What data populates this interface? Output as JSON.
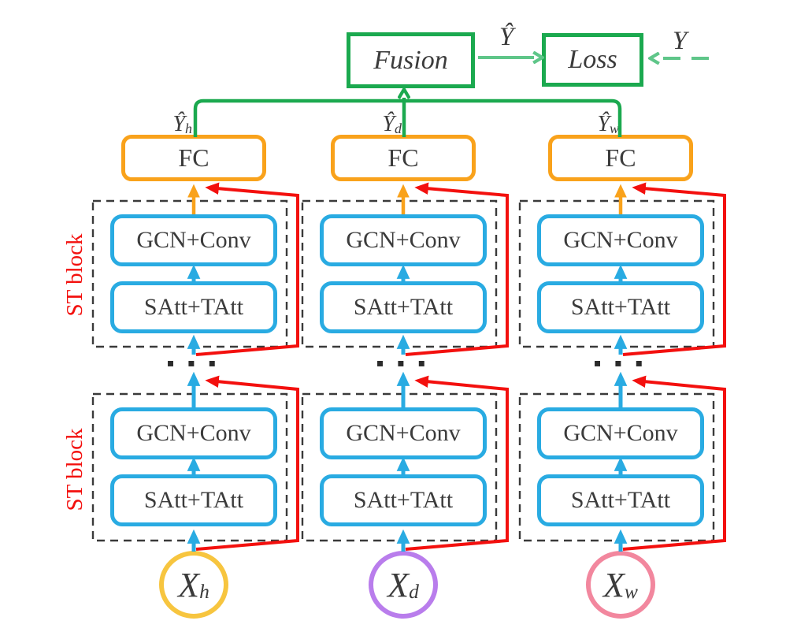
{
  "colors": {
    "green": "#1BA94F",
    "green_light": "#5FC689",
    "orange": "#F9A21B",
    "blue": "#29ABE2",
    "red": "#F3100E",
    "text_dark": "#3B3B3B",
    "dash_border": "#3A3A3A",
    "dots": "#2B2B2B",
    "circle_gold": "#F7C53F",
    "circle_purple": "#B97DEC",
    "circle_pink": "#F2879E"
  },
  "header": {
    "fusion_label": "Fusion",
    "prediction_label": "Ŷ",
    "loss_label": "Loss",
    "ground_truth_label": "Y"
  },
  "st_block_label": "ST block",
  "branches": [
    {
      "output_label": {
        "base": "Ŷ",
        "sub": "h"
      },
      "fc_label": "FC",
      "upper_block": {
        "gcn_label": "GCN+Conv",
        "att_label": "SAtt+TAtt"
      },
      "dots": "▪ ▪ ▪",
      "lower_block": {
        "gcn_label": "GCN+Conv",
        "att_label": "SAtt+TAtt"
      },
      "input_label": {
        "base": "X",
        "sub": "h"
      }
    },
    {
      "output_label": {
        "base": "Ŷ",
        "sub": "d"
      },
      "fc_label": "FC",
      "upper_block": {
        "gcn_label": "GCN+Conv",
        "att_label": "SAtt+TAtt"
      },
      "dots": "▪ ▪ ▪",
      "lower_block": {
        "gcn_label": "GCN+Conv",
        "att_label": "SAtt+TAtt"
      },
      "input_label": {
        "base": "X",
        "sub": "d"
      }
    },
    {
      "output_label": {
        "base": "Ŷ",
        "sub": "w"
      },
      "fc_label": "FC",
      "upper_block": {
        "gcn_label": "GCN+Conv",
        "att_label": "SAtt+TAtt"
      },
      "dots": "▪ ▪ ▪",
      "lower_block": {
        "gcn_label": "GCN+Conv",
        "att_label": "SAtt+TAtt"
      },
      "input_label": {
        "base": "X",
        "sub": "w"
      }
    }
  ]
}
